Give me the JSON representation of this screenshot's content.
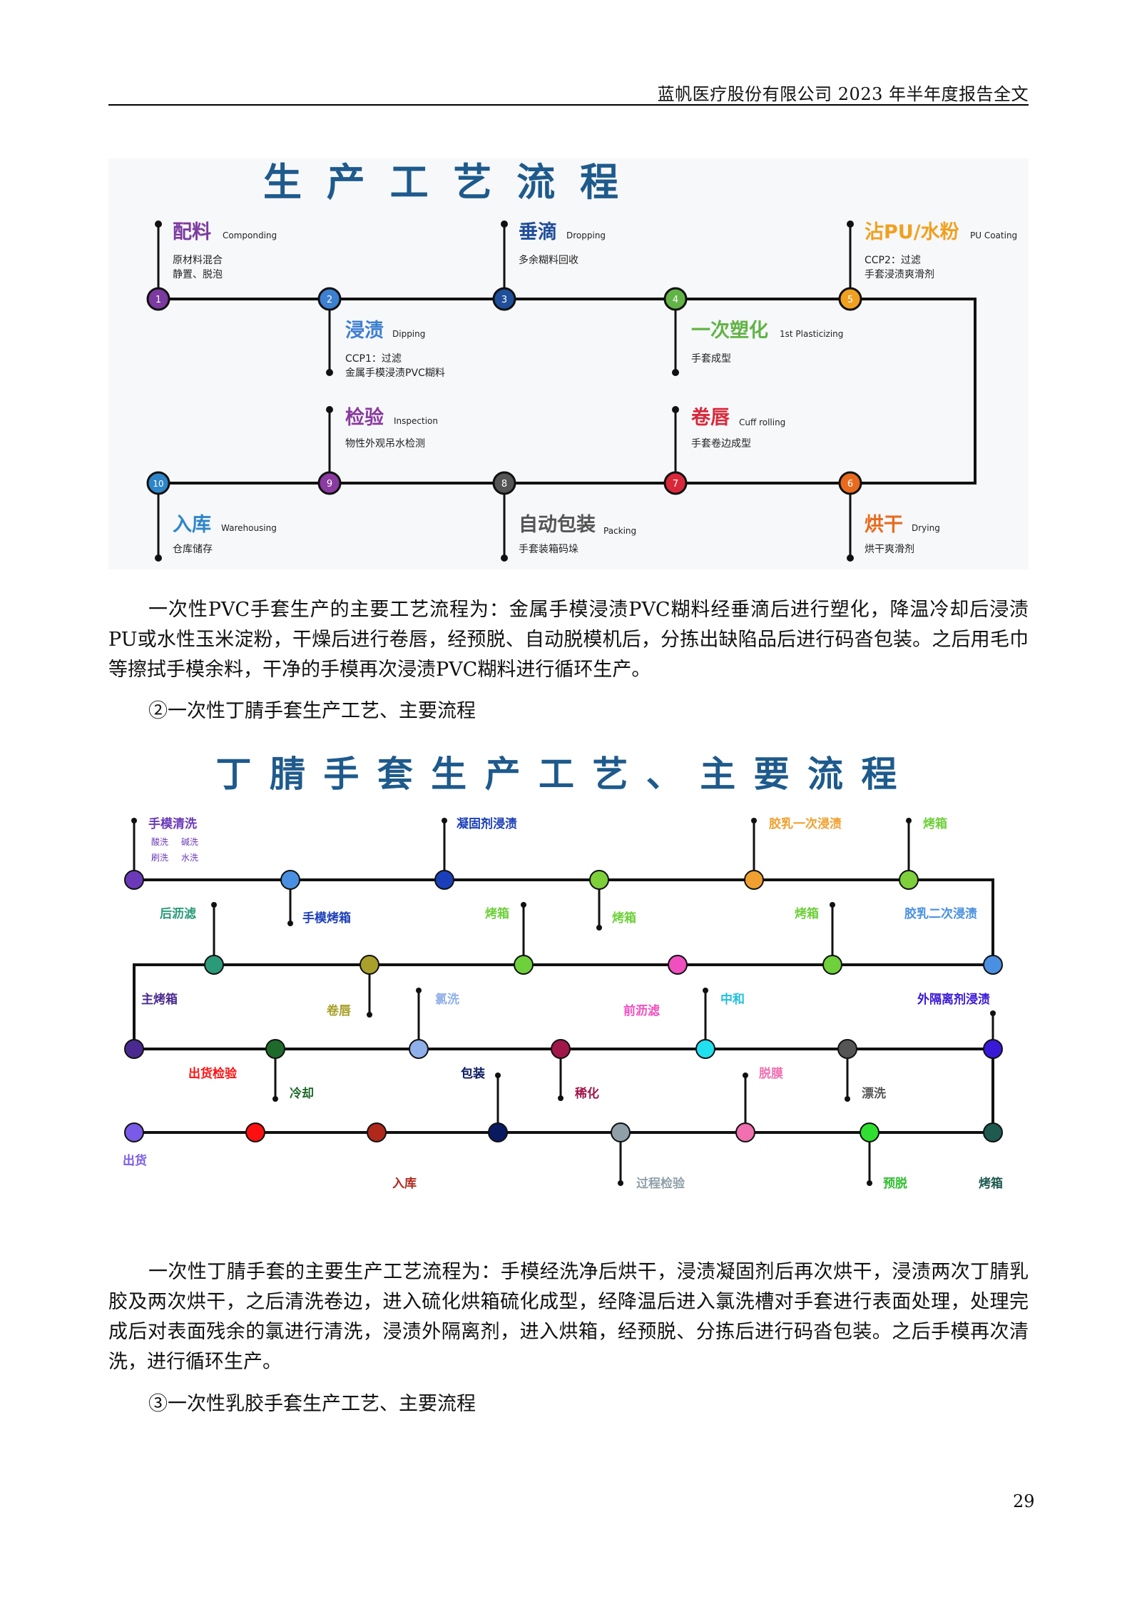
{
  "header": {
    "title": "蓝帆医疗股份有限公司 2023 年半年度报告全文"
  },
  "figure1": {
    "title": "生 产 工 艺 流 程",
    "colors": {
      "title": "#1e5a8c"
    },
    "steps": [
      {
        "num": "1",
        "name": "配料",
        "en": "Componding",
        "d1": "原材料混合",
        "d2": "静置、脱泡",
        "color": "#7b3aa0"
      },
      {
        "num": "2",
        "name": "浸渍",
        "en": "Dipping",
        "d1": "CCP1：过滤",
        "d2": "金属手模浸渍PVC糊料",
        "color": "#3d7fd0"
      },
      {
        "num": "3",
        "name": "垂滴",
        "en": "Dropping",
        "d1": "多余糊料回收",
        "d2": "",
        "color": "#1f4e9a"
      },
      {
        "num": "4",
        "name": "一次塑化",
        "en": "1st Plasticizing",
        "d1": "手套成型",
        "d2": "",
        "color": "#62b346"
      },
      {
        "num": "5",
        "name": "沾PU/水粉",
        "en": "PU Coating",
        "d1": "CCP2：过滤",
        "d2": "手套浸渍爽滑剂",
        "color": "#f0a020"
      },
      {
        "num": "6",
        "name": "烘干",
        "en": "Drying",
        "d1": "烘干爽滑剂",
        "d2": "",
        "color": "#e86a1e"
      },
      {
        "num": "7",
        "name": "卷唇",
        "en": "Cuff rolling",
        "d1": "手套卷边成型",
        "d2": "",
        "color": "#d8283a"
      },
      {
        "num": "8",
        "name": "自动包装",
        "en": "Packing",
        "d1": "手套装箱码垛",
        "d2": "",
        "color": "#555555"
      },
      {
        "num": "9",
        "name": "检验",
        "en": "Inspection",
        "d1": "物性外观吊水检测",
        "d2": "",
        "color": "#8a3aa0"
      },
      {
        "num": "10",
        "name": "入库",
        "en": "Warehousing",
        "d1": "仓库储存",
        "d2": "",
        "color": "#2e86c8"
      }
    ]
  },
  "para1": "一次性PVC手套生产的主要工艺流程为：金属手模浸渍PVC糊料经垂滴后进行塑化，降温冷却后浸渍PU或水性玉米淀粉，干燥后进行卷唇，经预脱、自动脱模机后，分拣出缺陷品后进行码沓包装。之后用毛巾等擦拭手模余料，干净的手模再次浸渍PVC糊料进行循环生产。",
  "sub2": "②一次性丁腈手套生产工艺、主要流程",
  "figure2": {
    "title": "丁 腈 手 套 生 产 工 艺 、 主 要 流 程",
    "colors": {
      "title": "#1e5a8c"
    },
    "labels": {
      "shoumo_qingxi": "手模清洗",
      "suanxi": "酸洗",
      "jianxi": "碱洗",
      "shuaxi": "刷洗",
      "shuixi": "水洗",
      "shoumo_kaoxiang": "手模烤箱",
      "ningguji": "凝固剂浸渍",
      "kaoxiang_a": "烤箱",
      "jiaoru1": "胶乳一次浸渍",
      "kaoxiang_b": "烤箱",
      "houlilv": "后沥滤",
      "kaoxiang_c": "烤箱",
      "kaoxiang_d": "烤箱",
      "jiaoru2": "胶乳二次浸渍",
      "zhukaoxiang": "主烤箱",
      "juanchun": "卷唇",
      "lvxi": "氯洗",
      "qianlilv": "前沥滤",
      "zhonghe": "中和",
      "waige": "外隔离剂浸渍",
      "lengque": "冷却",
      "chuhuo_jianyan": "出货检验",
      "baozhuang": "包装",
      "xihua": "稀化",
      "tuomo": "脱膜",
      "piaoxi": "漂洗",
      "chuhuo": "出货",
      "ruku": "入库",
      "guocheng_jianyan": "过程检验",
      "yutuo": "预脱",
      "kaoxiang_e": "烤箱"
    }
  },
  "para2": "一次性丁腈手套的主要生产工艺流程为：手模经洗净后烘干，浸渍凝固剂后再次烘干，浸渍两次丁腈乳胶及两次烘干，之后清洗卷边，进入硫化烘箱硫化成型，经降温后进入氯洗槽对手套进行表面处理，处理完成后对表面残余的氯进行清洗，浸渍外隔离剂，进入烘箱，经预脱、分拣后进行码沓包装。之后手模再次清洗，进行循环生产。",
  "sub3": "③一次性乳胶手套生产工艺、主要流程",
  "page_number": "29"
}
